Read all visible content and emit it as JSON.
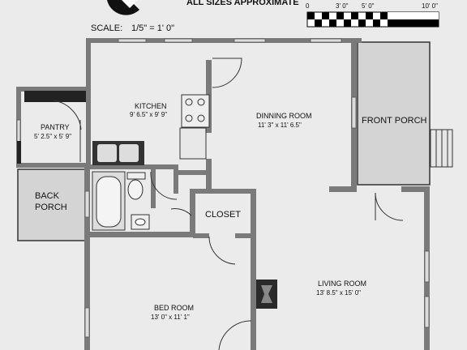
{
  "header": {
    "note": "ALL SIZES APPROXIMATE",
    "scale_label": "SCALE:",
    "scale_value": "1/5\" = 1' 0\""
  },
  "scale_bar": {
    "ticks": [
      "0",
      "3' 0\"",
      "5' 0\"",
      "10' 0\""
    ]
  },
  "rooms": {
    "pantry": {
      "name": "PANTRY",
      "size": "5' 2.5\" x 5' 9\""
    },
    "kitchen": {
      "name": "KITCHEN",
      "size": "9' 6.5\" x 9' 9\""
    },
    "dining": {
      "name": "DINNING ROOM",
      "size": "11' 3\" x 11' 6.5\""
    },
    "front_porch": {
      "name": "FRONT PORCH"
    },
    "back_porch": {
      "name_line1": "BACK",
      "name_line2": "PORCH"
    },
    "closet": {
      "name": "CLOSET"
    },
    "living": {
      "name": "LIVING ROOM",
      "size": "13' 8.5\" x 15' 0\""
    },
    "bedroom": {
      "name": "BED ROOM",
      "size": "13' 0\" x 11' 1\""
    }
  },
  "colors": {
    "wall": "#7a7a7a",
    "wall_dark": "#222222",
    "window": "#dcdcdc",
    "porch_fill": "#d4d4d4",
    "background": "#ebebeb"
  }
}
